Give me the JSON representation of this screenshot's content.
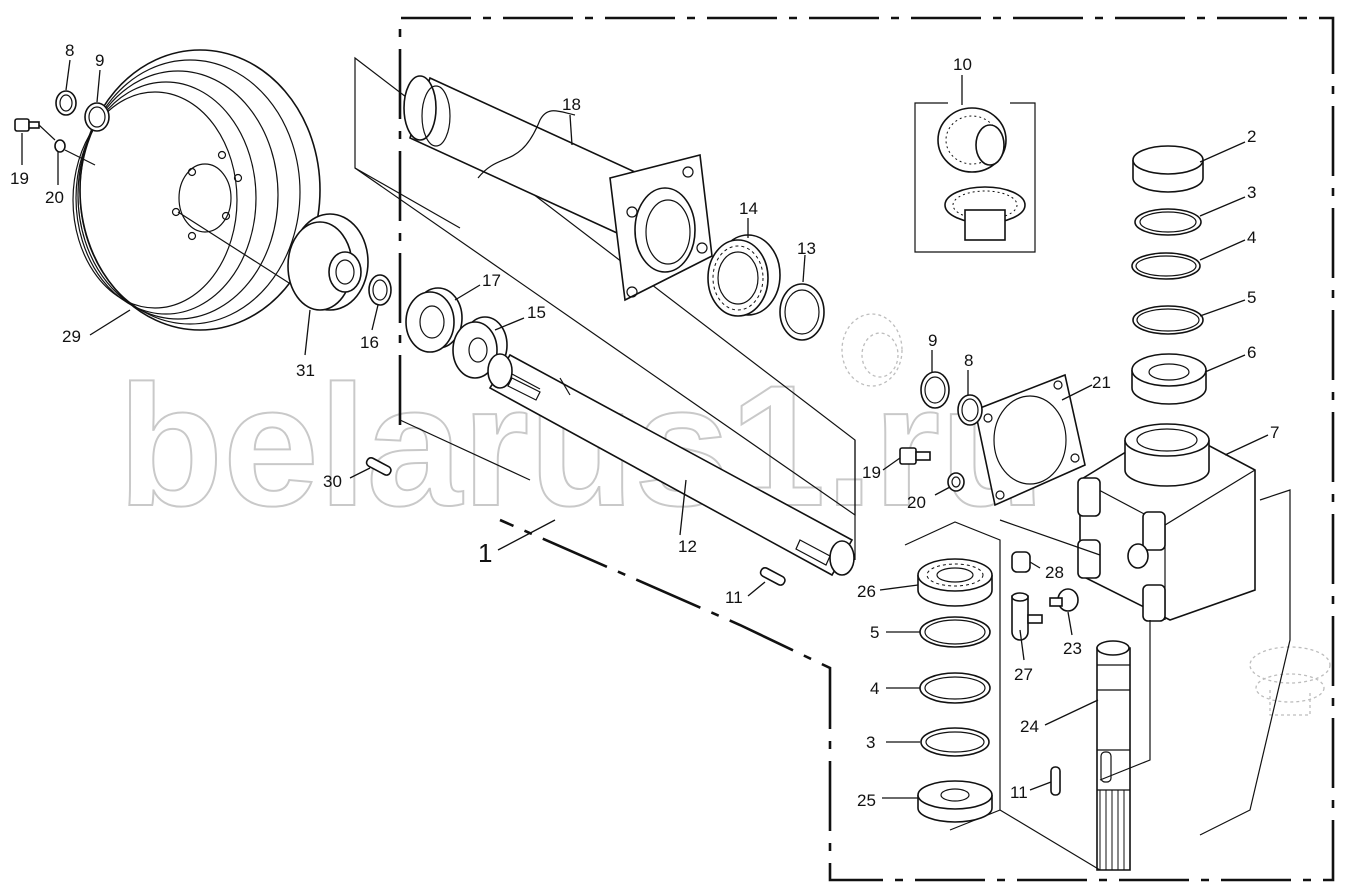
{
  "watermark": "belarus1.ru",
  "callouts": {
    "p1": "1",
    "p2": "2",
    "p3a": "3",
    "p3b": "3",
    "p4a": "4",
    "p4b": "4",
    "p5a": "5",
    "p5b": "5",
    "p6": "6",
    "p7": "7",
    "p8a": "8",
    "p8b": "8",
    "p9a": "9",
    "p9b": "9",
    "p10": "10",
    "p11a": "11",
    "p11b": "11",
    "p12": "12",
    "p13": "13",
    "p14": "14",
    "p15": "15",
    "p16": "16",
    "p17": "17",
    "p18": "18",
    "p19a": "19",
    "p19b": "19",
    "p20a": "20",
    "p20b": "20",
    "p21": "21",
    "p23": "23",
    "p24": "24",
    "p25": "25",
    "p26": "26",
    "p27": "27",
    "p28": "28",
    "p29": "29",
    "p30": "30",
    "p31": "31"
  }
}
